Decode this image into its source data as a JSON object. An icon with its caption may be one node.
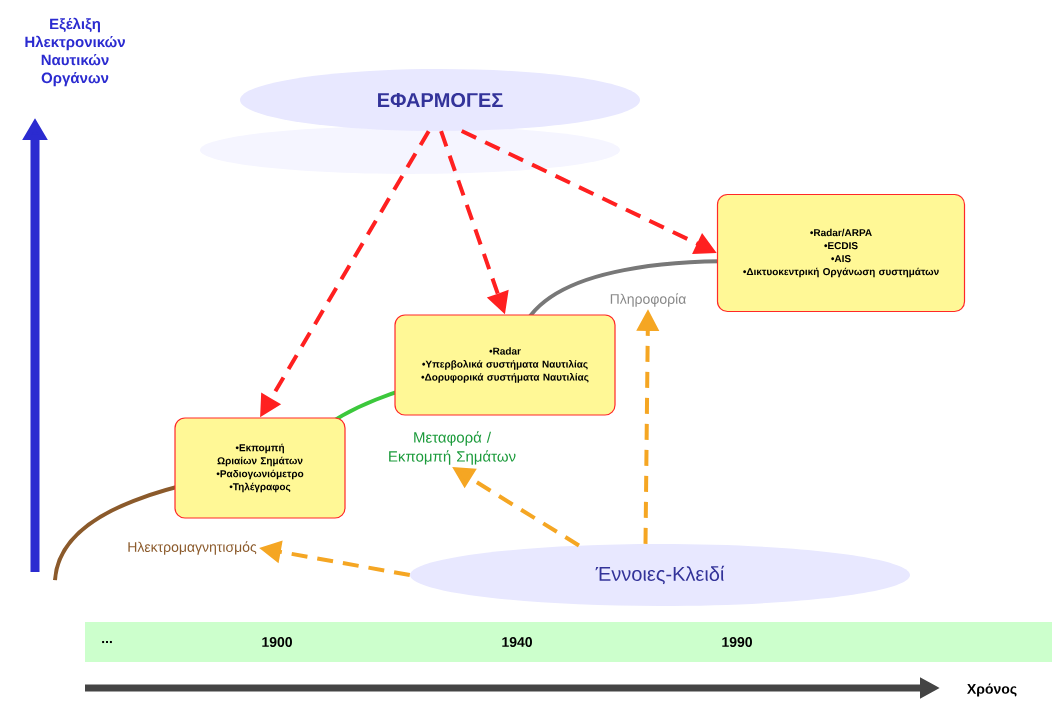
{
  "diagram": {
    "nodes": [
      {
        "text": [
          "ΕΦΑΡΜΟΓΕΣ"
        ]
      },
      {
        "text": [
          "•Εκπομπή Ωριαίων Σημάτων",
          "•Ραδιογωνιόμετρο",
          "•Τηλέγραφος"
        ]
      },
      {
        "text": [
          "•Radar",
          "•Υπερβολικά συστήματα Ναυτιλίας",
          "•Δορυφορικά συστήματα Ναυτιλίας"
        ]
      },
      {
        "text": [
          "•Radar/ARPA",
          "•ECDIS",
          "•AIS",
          "•Δικτυοκεντρική Οργάνωση συστημάτων"
        ]
      },
      {
        "text": [
          "Έννοιες-Κλειδί"
        ]
      },
      {
        "text": [
          "Ηλεκτρομαγνητισμός"
        ]
      },
      {
        "text": [
          "Μεταφορά / Εκπομπή Σημάτων"
        ]
      },
      {
        "text": [
          "Πληροφορία"
        ]
      }
    ],
    "edges": [
      {
        "from": 0,
        "to": 1,
        "arrow": "to",
        "style": "dashed",
        "color": "#ff2020"
      },
      {
        "from": 0,
        "to": 2,
        "arrow": "to",
        "style": "dashed",
        "color": "#ff2020"
      },
      {
        "from": 0,
        "to": 3,
        "arrow": "to",
        "style": "dashed",
        "color": "#ff2020"
      },
      {
        "from": 4,
        "to": 5,
        "arrow": "to",
        "style": "dashed",
        "color": "#f5a623"
      },
      {
        "from": 4,
        "to": 6,
        "arrow": "to",
        "style": "dashed",
        "color": "#f5a623"
      },
      {
        "from": 4,
        "to": 7,
        "arrow": "to",
        "style": "dashed",
        "color": "#f5a623"
      }
    ],
    "labels": [
      "Εξέλιξη Ηλεκτρονικών Ναυτικών Οργάνων",
      "...",
      "1900",
      "1940",
      "1990",
      "Χρόνος"
    ]
  }
}
